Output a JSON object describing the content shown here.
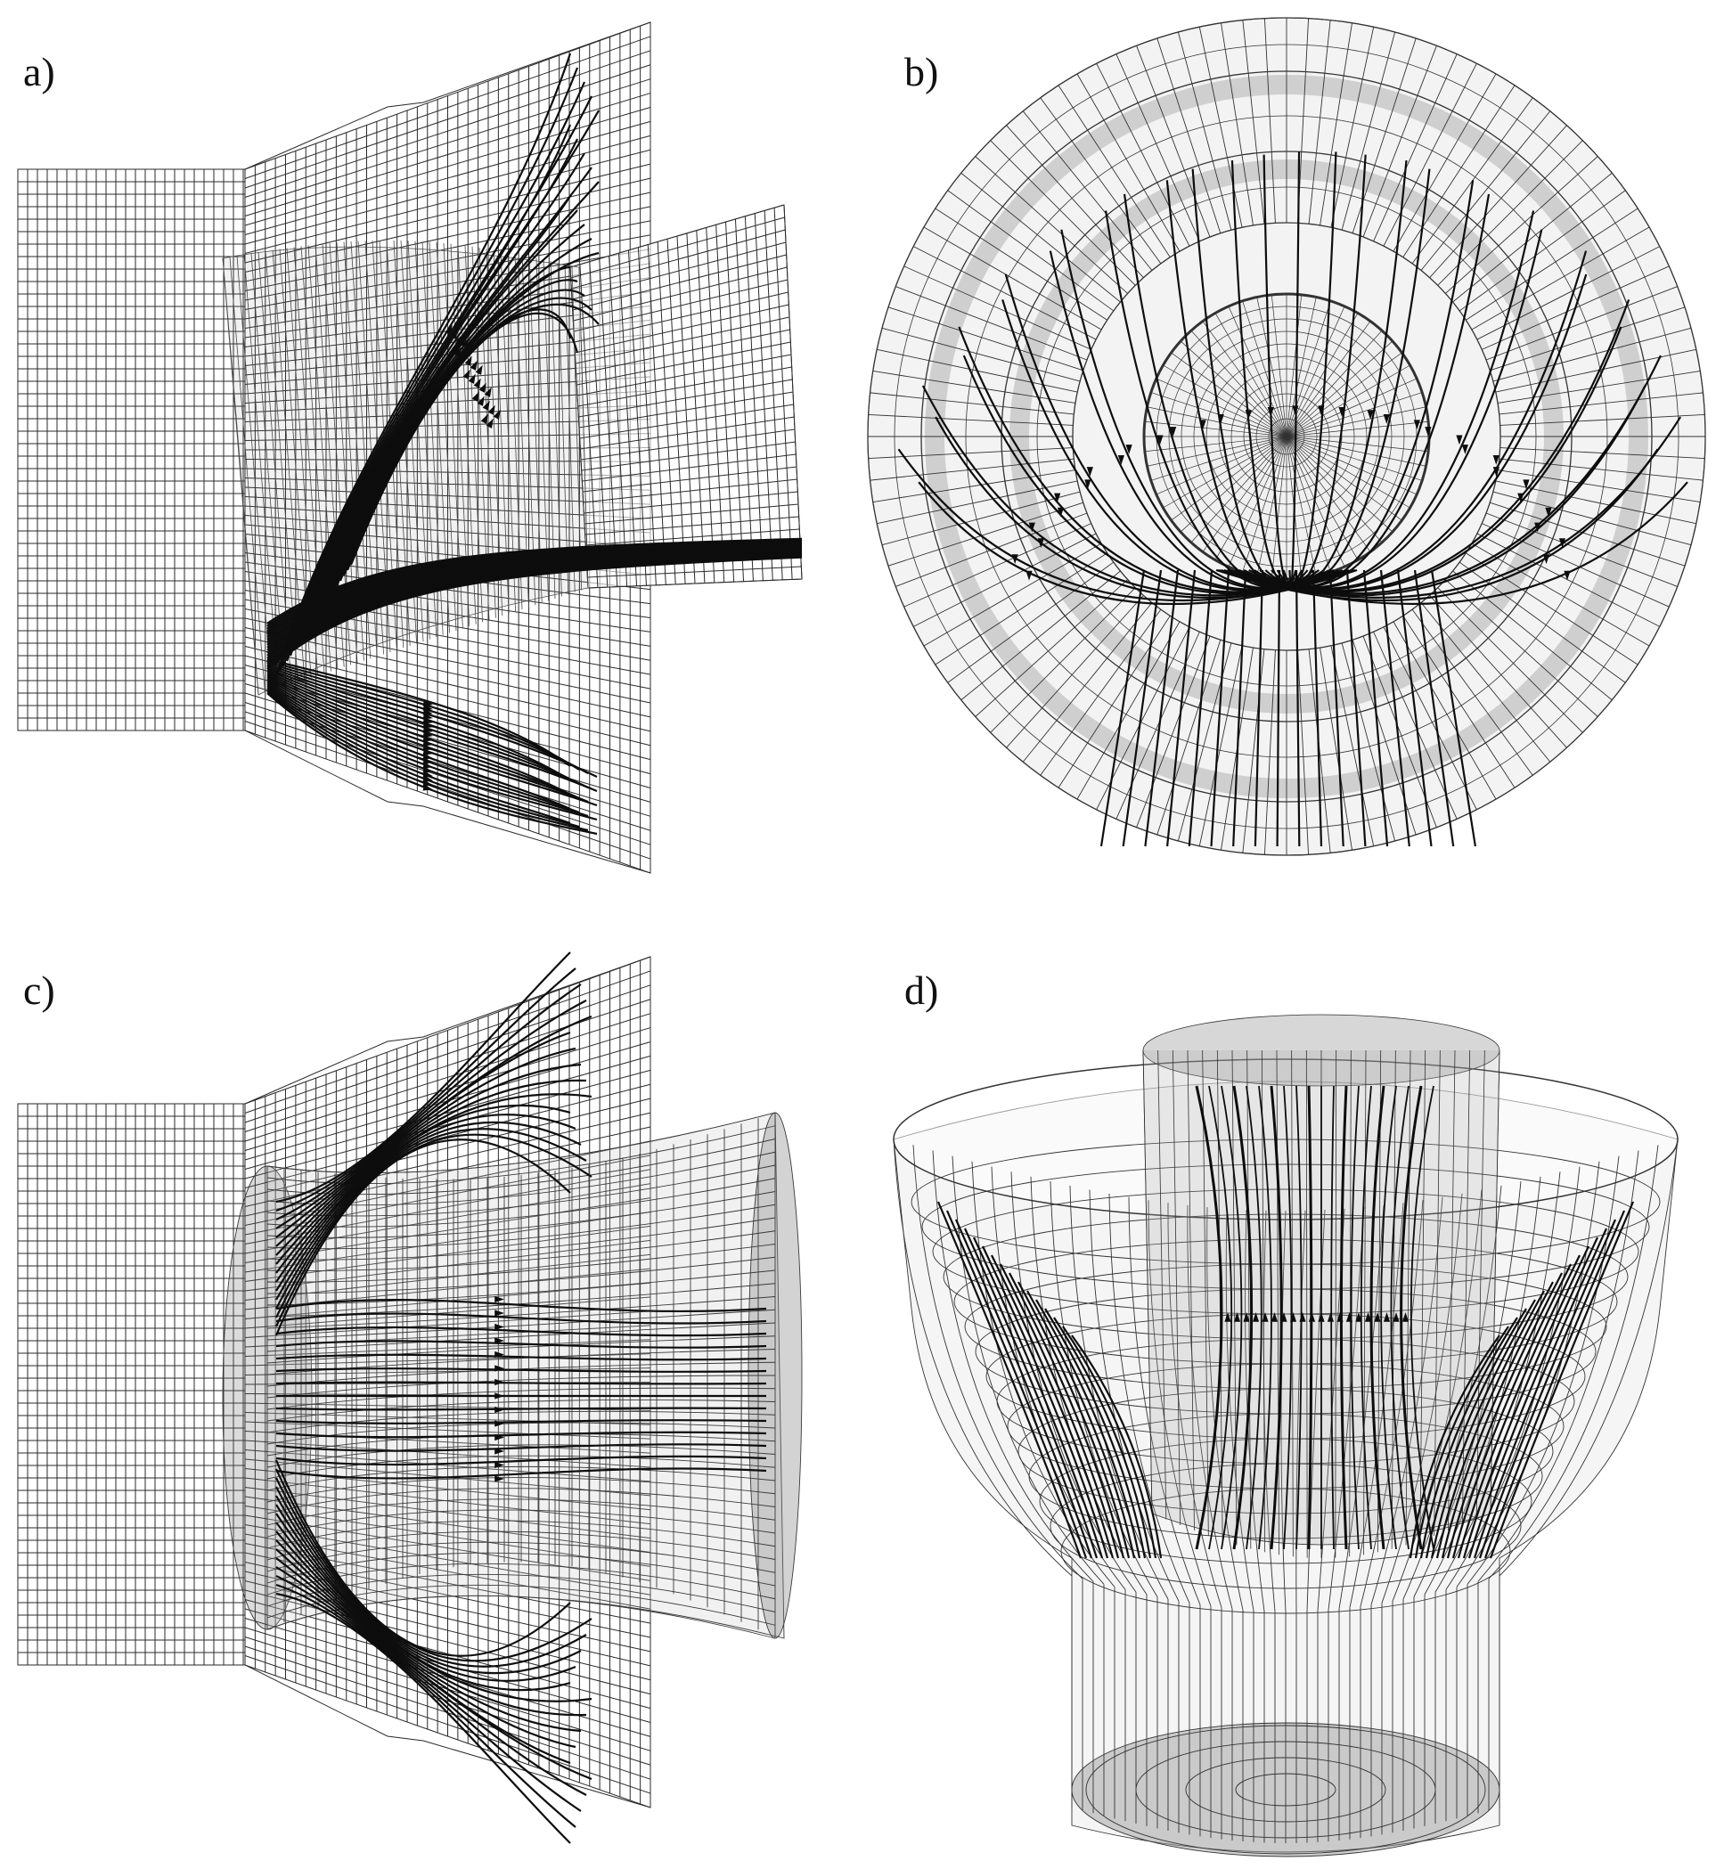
{
  "figure": {
    "panels": [
      {
        "id": "a",
        "label": "a)"
      },
      {
        "id": "b",
        "label": "b)"
      },
      {
        "id": "c",
        "label": "c)"
      },
      {
        "id": "d",
        "label": "d)"
      }
    ],
    "colors": {
      "mesh": "#2a2a2a",
      "streamline": "#0d0d0d",
      "shade": "#9a9a9a",
      "background": "#ffffff"
    }
  }
}
